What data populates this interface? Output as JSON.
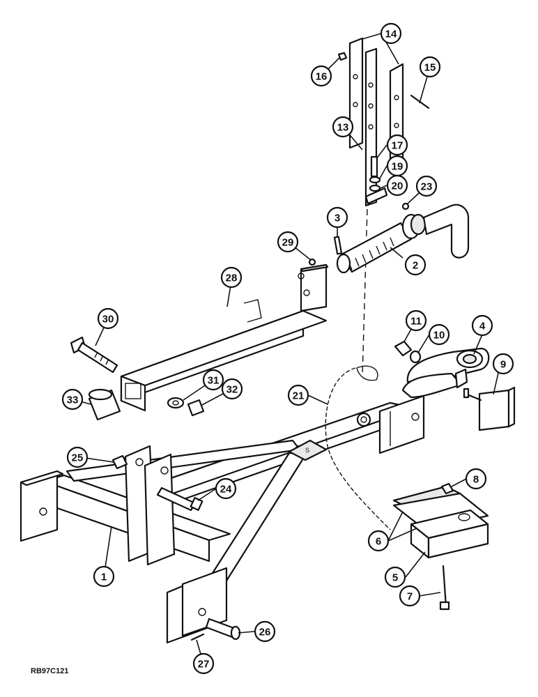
{
  "figure": {
    "reference_code": "RB97C121",
    "callouts": [
      {
        "id": "c1",
        "label": "1"
      },
      {
        "id": "c2",
        "label": "2"
      },
      {
        "id": "c3",
        "label": "3"
      },
      {
        "id": "c4",
        "label": "4"
      },
      {
        "id": "c5",
        "label": "5"
      },
      {
        "id": "c6",
        "label": "6"
      },
      {
        "id": "c7",
        "label": "7"
      },
      {
        "id": "c8",
        "label": "8"
      },
      {
        "id": "c9",
        "label": "9"
      },
      {
        "id": "c10",
        "label": "10"
      },
      {
        "id": "c11",
        "label": "11"
      },
      {
        "id": "c13",
        "label": "13"
      },
      {
        "id": "c14",
        "label": "14"
      },
      {
        "id": "c15",
        "label": "15"
      },
      {
        "id": "c16",
        "label": "16"
      },
      {
        "id": "c17",
        "label": "17"
      },
      {
        "id": "c19",
        "label": "19"
      },
      {
        "id": "c20",
        "label": "20"
      },
      {
        "id": "c21",
        "label": "21"
      },
      {
        "id": "c23",
        "label": "23"
      },
      {
        "id": "c24",
        "label": "24"
      },
      {
        "id": "c25",
        "label": "25"
      },
      {
        "id": "c26",
        "label": "26"
      },
      {
        "id": "c27",
        "label": "27"
      },
      {
        "id": "c28",
        "label": "28"
      },
      {
        "id": "c29",
        "label": "29"
      },
      {
        "id": "c30",
        "label": "30"
      },
      {
        "id": "c31",
        "label": "31"
      },
      {
        "id": "c32",
        "label": "32"
      },
      {
        "id": "c33",
        "label": "33"
      }
    ]
  }
}
